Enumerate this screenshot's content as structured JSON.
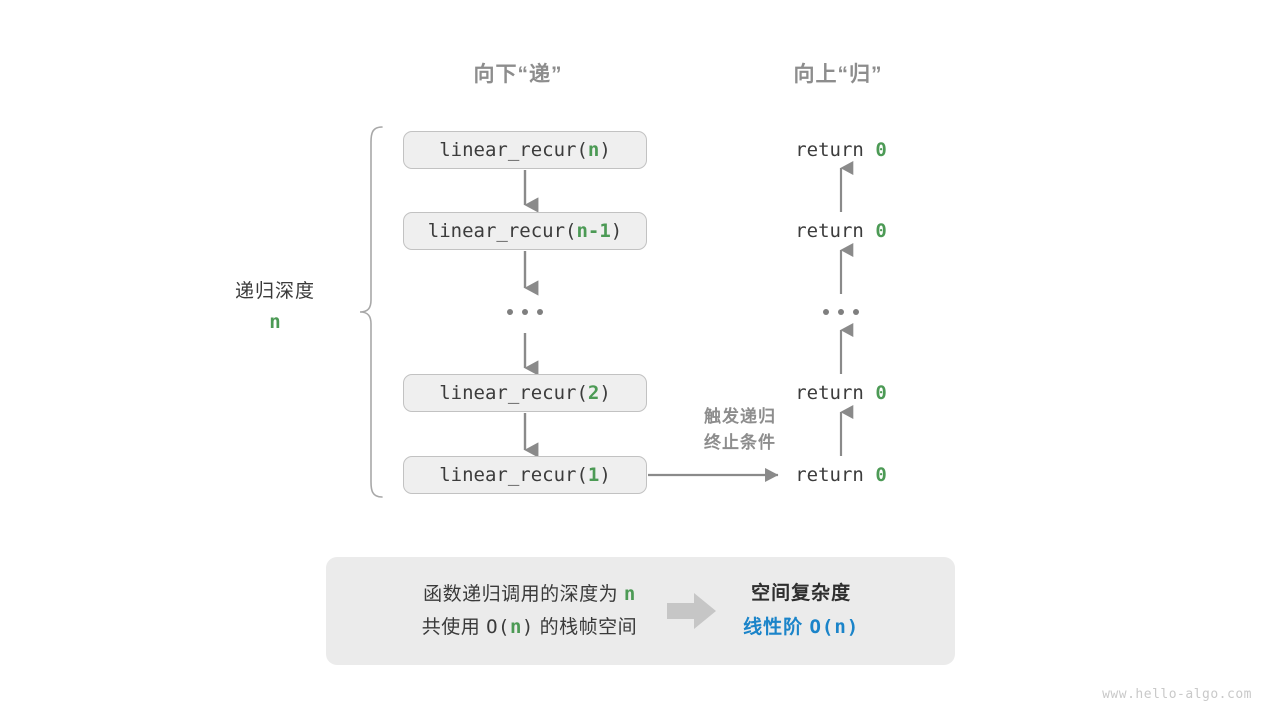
{
  "headers": {
    "down": "向下“递”",
    "up": "向上“归”"
  },
  "depth_label": {
    "text": "递归深度",
    "variable": "n"
  },
  "call_stack": {
    "prefix": "linear_recur(",
    "suffix": ")",
    "frames": [
      {
        "label": "linear_recur(n)",
        "arg": "n"
      },
      {
        "label": "linear_recur(n-1)",
        "arg": "n-1"
      },
      {
        "label": "…",
        "arg": ""
      },
      {
        "label": "linear_recur(2)",
        "arg": "2"
      },
      {
        "label": "linear_recur(1)",
        "arg": "1"
      }
    ]
  },
  "returns": {
    "keyword": "return",
    "value": "0",
    "rows": [
      {
        "text": "return 0"
      },
      {
        "text": "return 0"
      },
      {
        "text": "…"
      },
      {
        "text": "return 0"
      },
      {
        "text": "return 0"
      }
    ]
  },
  "terminate_note": {
    "line1": "触发递归",
    "line2": "终止条件"
  },
  "summary": {
    "left_line1_pre": "函数递归调用的深度为 ",
    "left_line1_var": "n",
    "left_line2_pre": "共使用 ",
    "left_line2_o": "O(",
    "left_line2_var": "n",
    "left_line2_close": ")",
    "left_line2_post": " 的栈帧空间",
    "arrow_icon": "right-arrow-icon",
    "right_title": "空间复杂度",
    "right_value_label": "线性阶 ",
    "right_value_expr": "O(n)"
  },
  "watermark": "www.hello-algo.com",
  "colors": {
    "accent_green": "#4c9a55",
    "accent_blue": "#1b84c9",
    "arrow_gray": "#8a8a8a",
    "box_fill": "#efefef",
    "box_border": "#c2c2c2",
    "panel_fill": "#ebebeb",
    "muted_text": "#8d8d8d"
  }
}
